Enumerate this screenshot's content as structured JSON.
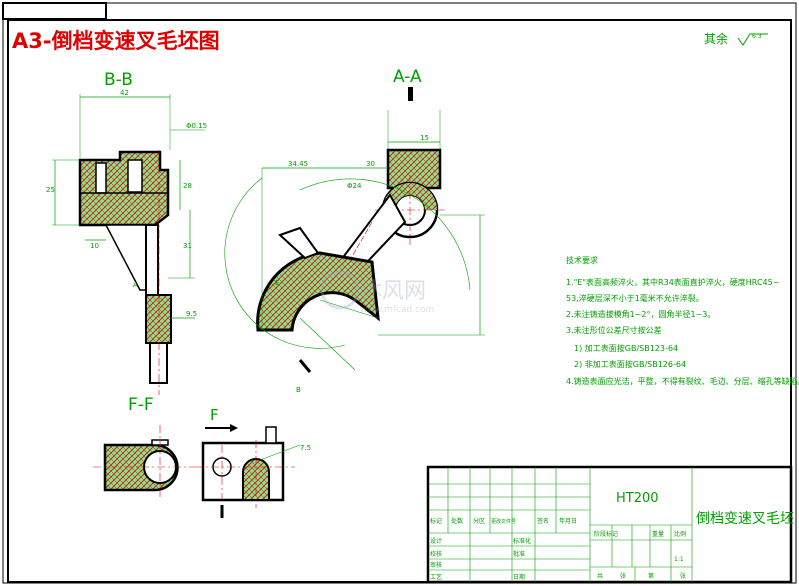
{
  "title": "A3-倒档变速叉毛坯图",
  "roughness": {
    "label": "其余",
    "value": "6.3"
  },
  "views": {
    "bb": "B-B",
    "aa": "A-A",
    "ff": "F-F",
    "f_arrow": "F",
    "a_mark": "A",
    "b_mark": "B"
  },
  "dims": {
    "d42": "42",
    "phi015": "Φ0.15",
    "d25": "25",
    "d28": "28",
    "d31": "31",
    "d10": "10",
    "d9_5": "9.5",
    "d15": "15",
    "d34_45": "34.45",
    "d30": "30",
    "phi24": "Φ24",
    "d7_5": "7.5"
  },
  "tech": {
    "heading": "技术要求",
    "items": [
      "1.\"E\"表面高频淬火，其中R34表面直护淬火，硬度HRC45~",
      "53,淬硬层深不小于1毫米不允许淬裂。",
      "2.未注铸造拔模角1~2°，圆角半径1~3。",
      "3.未注形位公差尺寸按公差",
      "1) 加工表面按GB/SB123-64",
      "2) 非加工表面按GB/SB126-64",
      "4.铸造表面应光洁，平整，不得有裂纹、毛边、分层、缩孔等缺陷。"
    ]
  },
  "watermark": {
    "cn": "沐风网",
    "url": "www.mfcad.com"
  },
  "title_block": {
    "material": "HT200",
    "part_name": "倒档变速叉毛坯",
    "scale": "1:1",
    "header_cols": [
      "标记",
      "处数",
      "分区",
      "更改文件号",
      "签名",
      "年月日"
    ],
    "left_rows": [
      "设计",
      "校核",
      "审核",
      "工艺"
    ],
    "mid_rows": [
      "标准化",
      "批准",
      "日期"
    ],
    "stage_cols": [
      "阶段标记",
      "重量",
      "比例"
    ],
    "sheet": [
      "共",
      "张",
      "第",
      "张"
    ]
  }
}
